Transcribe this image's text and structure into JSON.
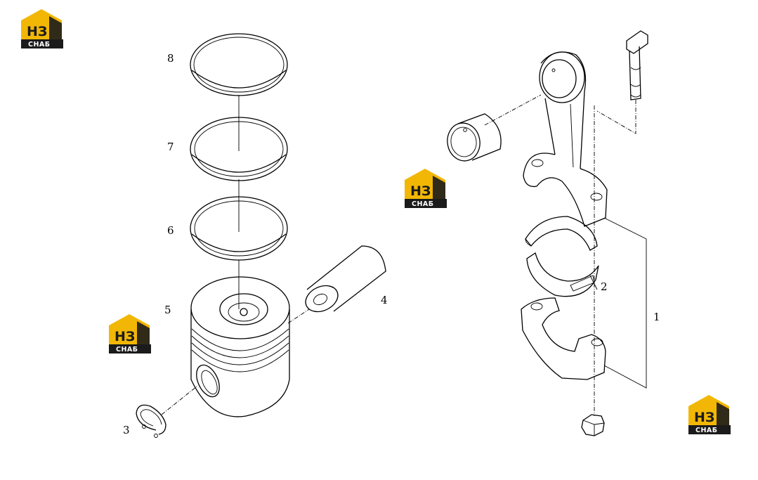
{
  "logo": {
    "main_text": "НЗ",
    "sub_text": "СНАБ",
    "accent_color": "#f2b705",
    "dark_color": "#1b1b1b"
  },
  "callouts": {
    "c1": "1",
    "c2": "2",
    "c3": "3",
    "c4": "4",
    "c5": "5",
    "c6": "6",
    "c7": "7",
    "c8": "8"
  }
}
